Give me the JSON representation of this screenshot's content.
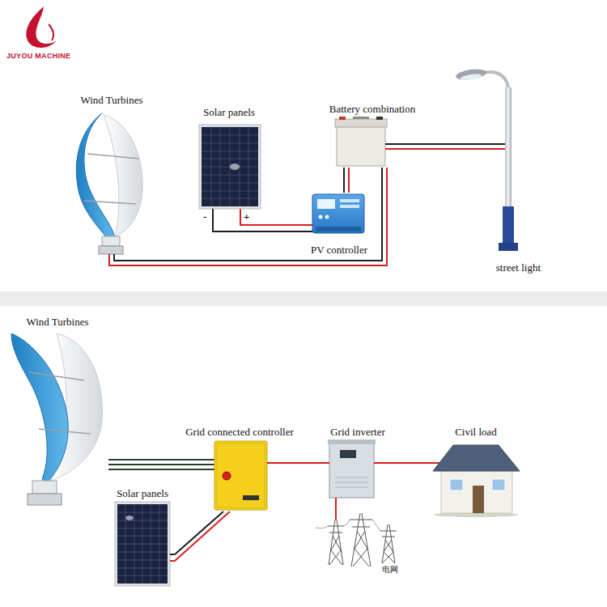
{
  "diagram": {
    "nodes": [
      {
        "text": [
          "Wind Turbines"
        ]
      },
      {
        "text": [
          "Solar panels"
        ]
      },
      {
        "text": [
          "Battery combination"
        ]
      },
      {
        "text": [
          "PV controller"
        ]
      },
      {
        "text": [
          "street light"
        ]
      },
      {
        "text": [
          "Wind Turbines"
        ]
      },
      {
        "text": [
          "Grid connected controller"
        ]
      },
      {
        "text": [
          "Grid inverter"
        ]
      },
      {
        "text": [
          "Civil load"
        ]
      },
      {
        "text": [
          "Solar panels"
        ]
      },
      {
        "text": [
          "电网"
        ]
      }
    ],
    "edges": [
      {
        "from": 0,
        "to": 2,
        "arrow": "none"
      },
      {
        "from": 1,
        "to": 3,
        "arrow": "none"
      },
      {
        "from": 3,
        "to": 2,
        "arrow": "none"
      },
      {
        "from": 2,
        "to": 4,
        "arrow": "none"
      },
      {
        "from": 5,
        "to": 6,
        "arrow": "none"
      },
      {
        "from": 9,
        "to": 6,
        "arrow": "none"
      },
      {
        "from": 6,
        "to": 7,
        "arrow": "none"
      },
      {
        "from": 7,
        "to": 8,
        "arrow": "none"
      },
      {
        "from": 7,
        "to": 10,
        "arrow": "none"
      }
    ],
    "labels": [
      "JUYOU MACHINE",
      "-",
      "+"
    ]
  }
}
